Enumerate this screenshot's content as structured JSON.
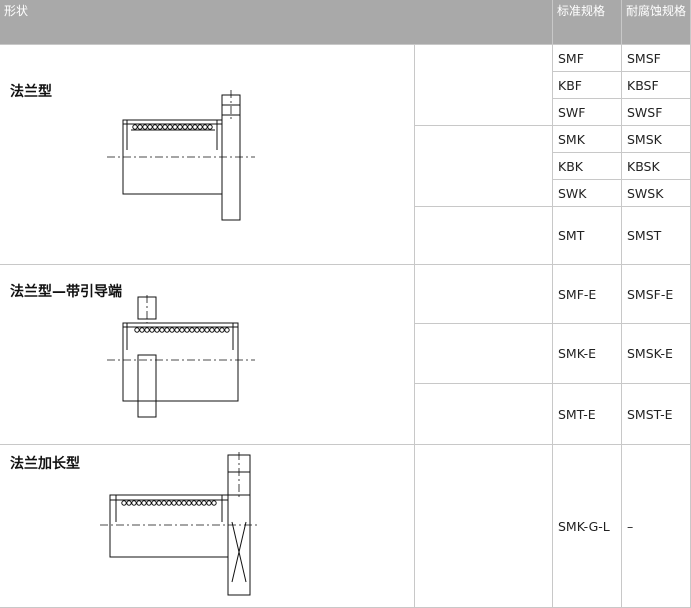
{
  "header": {
    "shape": "形状",
    "standard": "标准规格",
    "corrosion": "耐腐蚀规格"
  },
  "categories": [
    {
      "label": "法兰型"
    },
    {
      "label": "法兰型—带引导端"
    },
    {
      "label": "法兰加长型"
    }
  ],
  "rows": [
    {
      "std": "SMF",
      "cor": "SMSF"
    },
    {
      "std": "KBF",
      "cor": "KBSF"
    },
    {
      "std": "SWF",
      "cor": "SWSF"
    },
    {
      "std": "SMK",
      "cor": "SMSK"
    },
    {
      "std": "KBK",
      "cor": "KBSK"
    },
    {
      "std": "SWK",
      "cor": "SWSK"
    },
    {
      "std": "SMT",
      "cor": "SMST"
    },
    {
      "std": "SMF-E",
      "cor": "SMSF-E"
    },
    {
      "std": "SMK-E",
      "cor": "SMSK-E"
    },
    {
      "std": "SMT-E",
      "cor": "SMST-E"
    },
    {
      "std": "SMK-G-L",
      "cor": "–"
    }
  ],
  "icons": [
    "round-flange-icon",
    "square-flange-icon",
    "trimmed-flange-icon"
  ]
}
